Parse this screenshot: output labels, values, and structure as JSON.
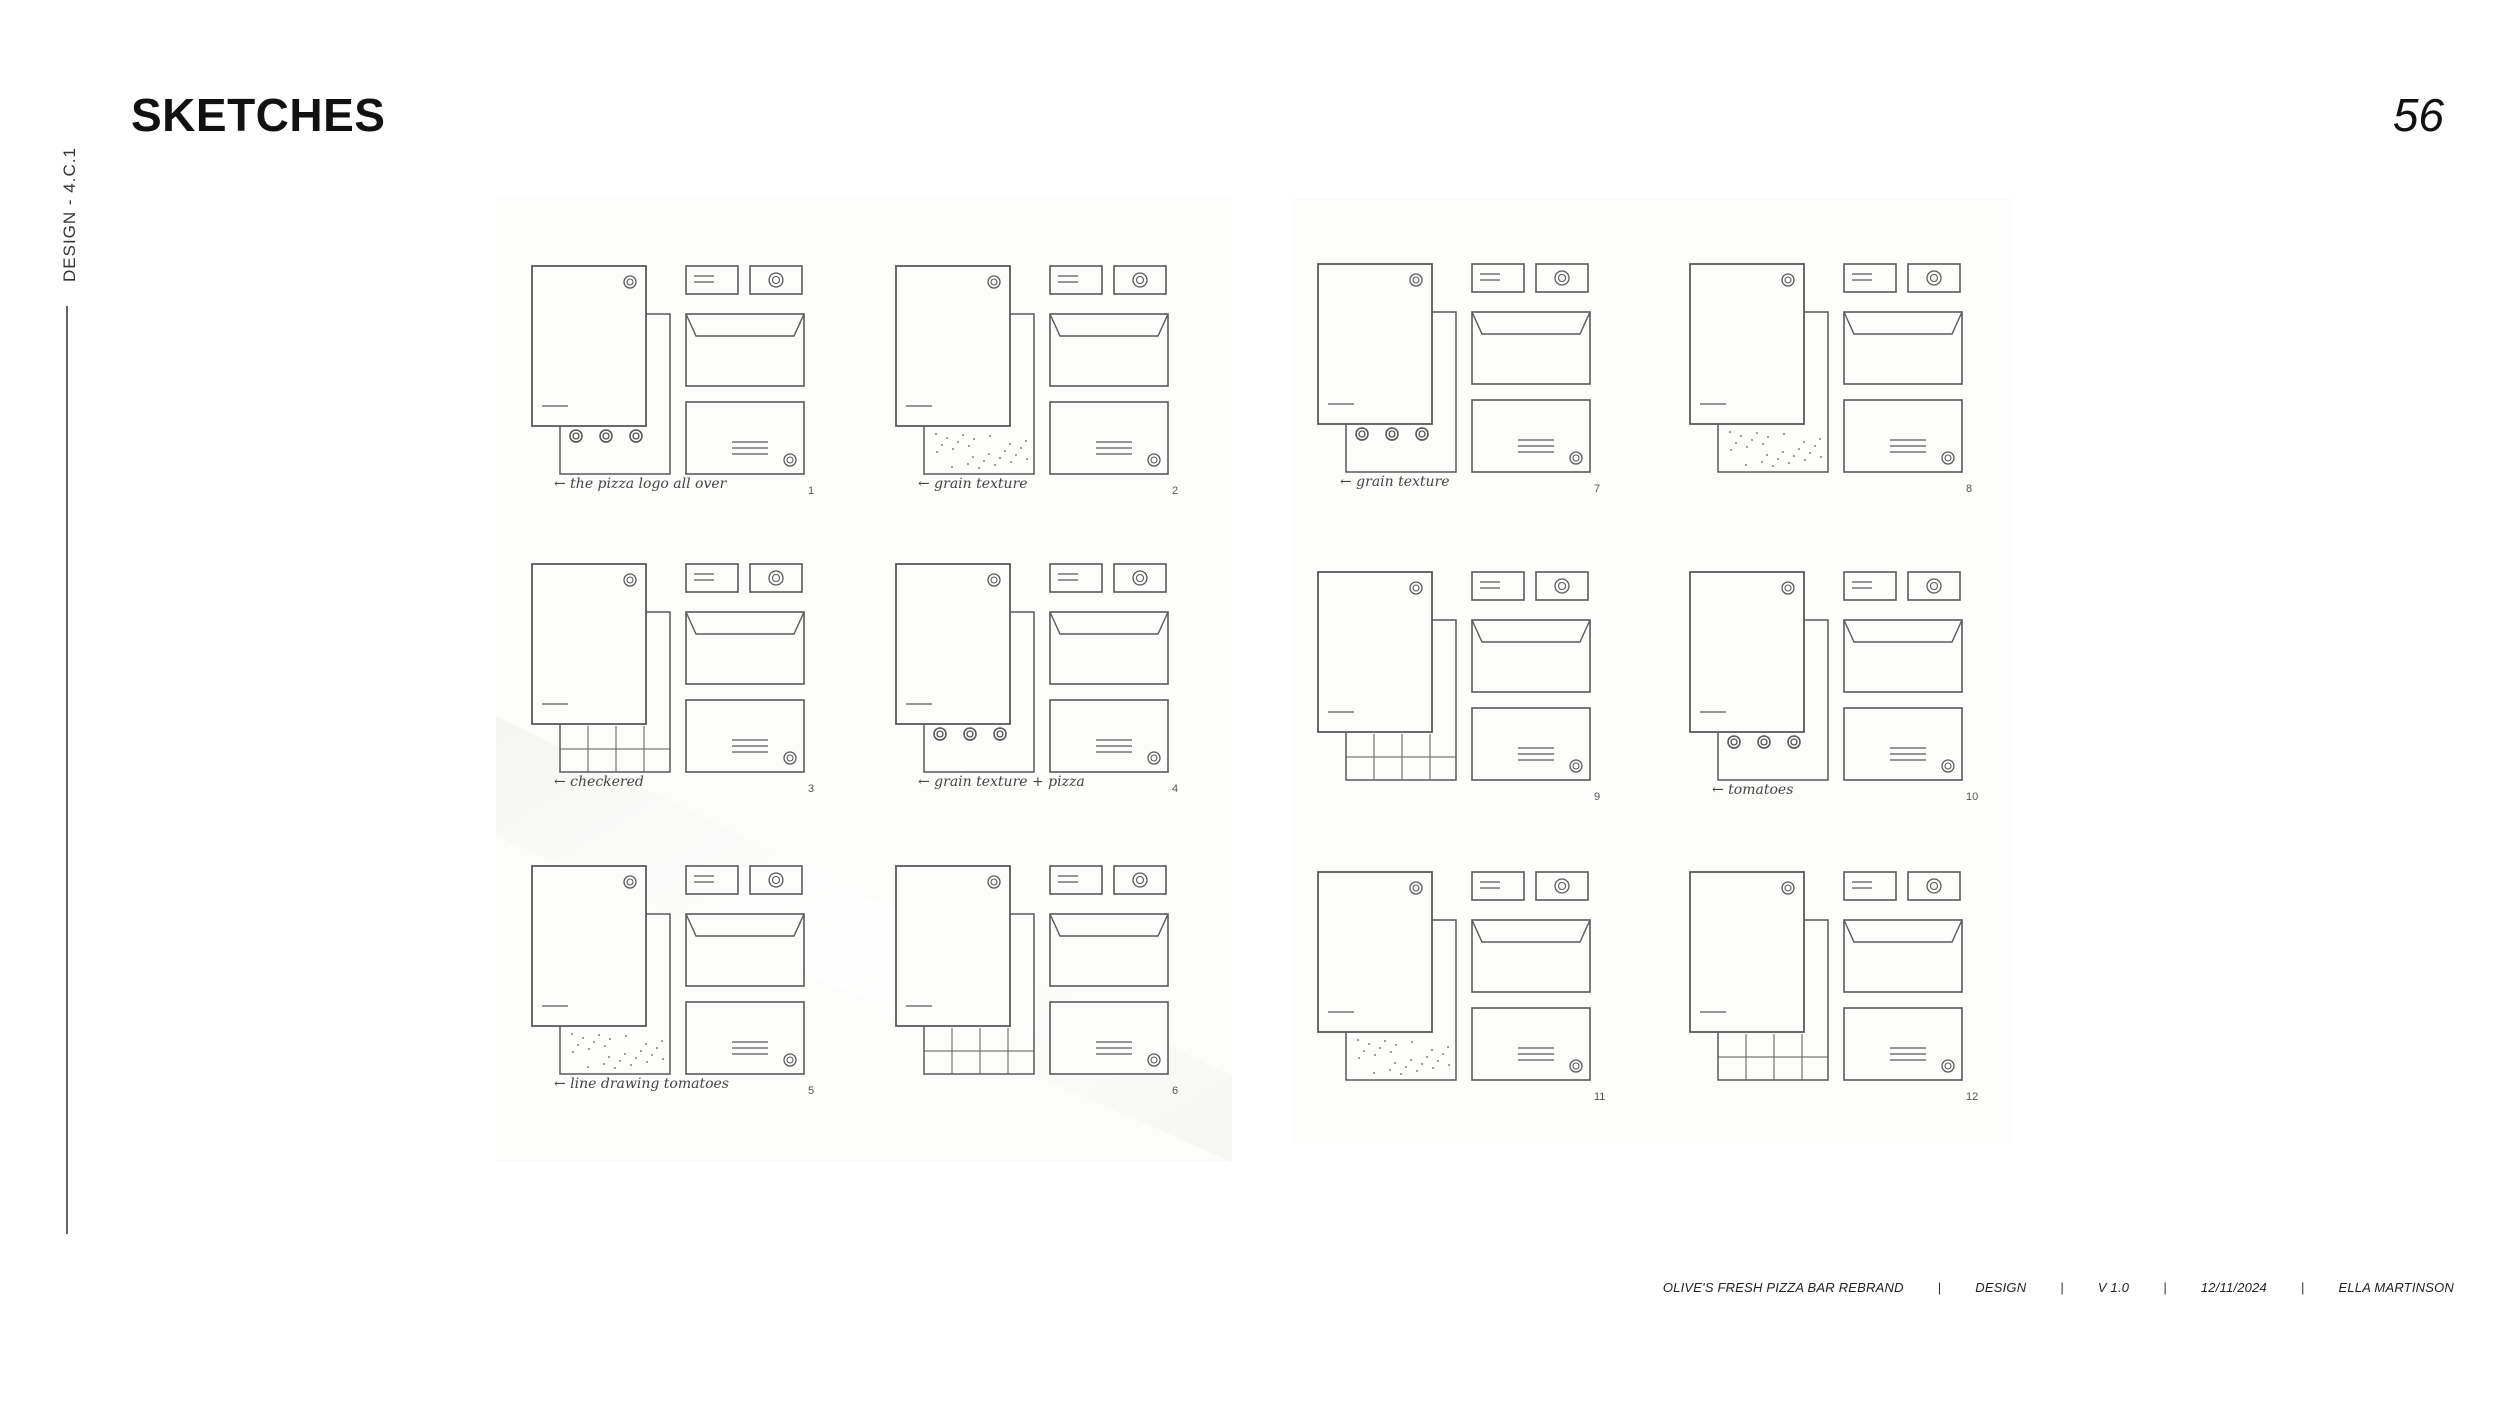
{
  "header": {
    "title": "SKETCHES",
    "page_number": "56"
  },
  "side": {
    "label": "DESIGN - 4.C.1"
  },
  "sketches": [
    {
      "num": "1",
      "note": "← the pizza logo all over"
    },
    {
      "num": "2",
      "note": "← grain texture"
    },
    {
      "num": "3",
      "note": "← checkered"
    },
    {
      "num": "4",
      "note": "← grain texture + pizza"
    },
    {
      "num": "5",
      "note": "← line drawing tomatoes"
    },
    {
      "num": "6",
      "note": ""
    },
    {
      "num": "7",
      "note": "← grain texture"
    },
    {
      "num": "8",
      "note": ""
    },
    {
      "num": "9",
      "note": ""
    },
    {
      "num": "10",
      "note": "← tomatoes"
    },
    {
      "num": "11",
      "note": ""
    },
    {
      "num": "12",
      "note": ""
    }
  ],
  "footer": {
    "project": "OLIVE'S FRESH PIZZA BAR REBRAND",
    "section": "DESIGN",
    "version": "V 1.0",
    "date": "12/11/2024",
    "author": "ELLA MARTINSON",
    "separator": "|"
  }
}
